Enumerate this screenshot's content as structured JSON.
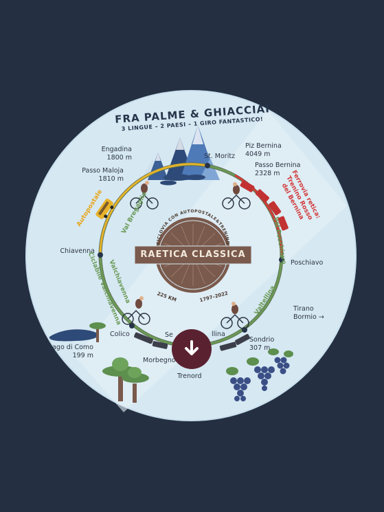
{
  "title": "FRA PALME & GHIACCIAI",
  "subtitle": "3 LINGUE – 2 PAESI – 1 GIRO FANTASTICO!",
  "center": {
    "badge_name": "RAETICA CLASSICA",
    "arc_top": "CICLOVIA CON AUTOPOSTALE&TRENINO",
    "arc_left": "225 KM",
    "arc_right": "1797–2022"
  },
  "places": {
    "engadina": "Engadina",
    "engadina_alt": "1800 m",
    "maloja": "Passo Maloja",
    "maloja_alt": "1810 m",
    "st_moritz": "St. Moritz",
    "piz_bernina": "Piz Bernina",
    "piz_bernina_alt": "4049 m",
    "passo_bernina": "Passo Bernina",
    "passo_bernina_alt": "2328 m",
    "chiavenna": "Chiavenna",
    "poschiavo": "Poschiavo",
    "tirano": "Tirano",
    "bormio": "Bormio",
    "colico": "Colico",
    "lago_como": "Lago di Como",
    "lago_como_alt": "199 m",
    "morbegno": "Morbegno",
    "sondrio": "Sondrio",
    "sondrio_alt": "307 m",
    "trenord": "Trenord"
  },
  "routes": {
    "autopostale": "Autopostale",
    "ferrovia_1": "Ferrovia retica:",
    "ferrovia_2": "Trenino Rosso",
    "ferrovia_3": "del Bernina",
    "val_bregaglia": "Val Bregaglia",
    "val_poschiavo": "Val Poschiavo",
    "valchiavenna": "Valchiavenna",
    "ciclabile": "Ciclabile Valchiavenna",
    "valtellina": "Valtellina",
    "sentiero_partial": "Se",
    "valtellina_partial": "llina"
  },
  "colors": {
    "background": "#243042",
    "circle_fill": "#d6e8f2",
    "route_green": "#6a9a56",
    "route_yellow": "#e7b32a",
    "route_red": "#d23a3a",
    "badge": "#7a5a4c",
    "button": "#5a2231"
  },
  "icons": {
    "button": "arrow-down-icon"
  }
}
